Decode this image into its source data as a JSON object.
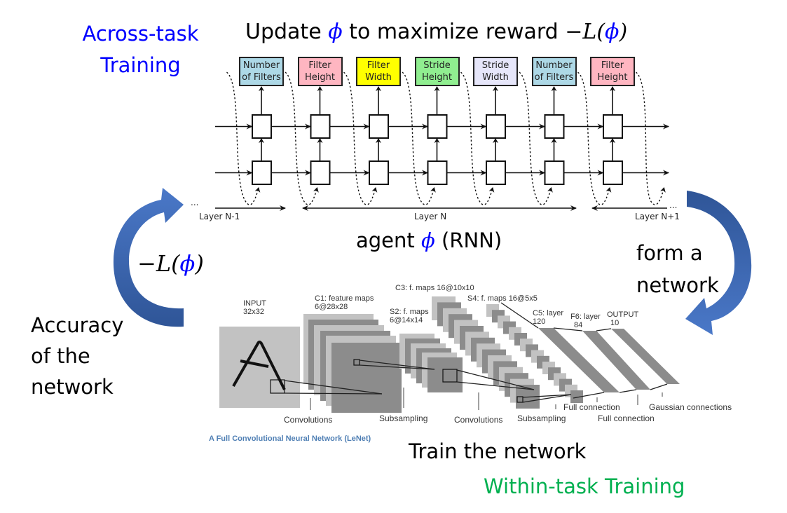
{
  "titles": {
    "across_task_line1": "Across-task",
    "across_task_line2": "Training",
    "within_task": "Within-task Training",
    "update_prefix": "Update ",
    "update_middle": " to maximize reward ",
    "phi": "ϕ",
    "minus_L": "−L(",
    "close_paren": ")"
  },
  "labels": {
    "agent_prefix": "agent ",
    "agent_suffix": " (RNN)",
    "accuracy_line1": "Accuracy",
    "accuracy_line2": "of the",
    "accuracy_line3": "network",
    "form_line1": "form a",
    "form_line2": "network",
    "train": "Train the network",
    "lenet_caption": "A Full Convolutional  Neural Network (LeNet)"
  },
  "colors": {
    "accent_blue": "#0000ff",
    "accent_green": "#00b050",
    "arrow_blue": "#4472c4"
  },
  "rnn": {
    "hyperparams": [
      {
        "line1": "Number",
        "line2": "of Filters",
        "color": "#add8e6"
      },
      {
        "line1": "Filter",
        "line2": "Height",
        "color": "#ffb6c1"
      },
      {
        "line1": "Filter",
        "line2": "Width",
        "color": "#ffff00"
      },
      {
        "line1": "Stride",
        "line2": "Height",
        "color": "#90ee90"
      },
      {
        "line1": "Stride",
        "line2": "Width",
        "color": "#e6e6fa"
      },
      {
        "line1": "Number",
        "line2": "of Filters",
        "color": "#add8e6"
      },
      {
        "line1": "Filter",
        "line2": "Height",
        "color": "#ffb6c1"
      }
    ],
    "layer_labels": {
      "prev": "Layer N-1",
      "current": "Layer N",
      "next": "Layer N+1",
      "ellipsis": "..."
    }
  },
  "lenet": {
    "layers": {
      "input": {
        "line1": "INPUT",
        "line2": "32x32"
      },
      "c1": {
        "line1": "C1: feature maps",
        "line2": "6@28x28"
      },
      "s2": {
        "line1": "S2: f. maps",
        "line2": "6@14x14"
      },
      "c3": {
        "line1": "C3: f. maps 16@10x10"
      },
      "s4": {
        "line1": "S4: f. maps 16@5x5"
      },
      "c5": {
        "line1": "C5: layer",
        "line2": "120"
      },
      "f6": {
        "line1": "F6: layer",
        "line2": "84"
      },
      "output": {
        "line1": "OUTPUT",
        "line2": "10"
      }
    },
    "operations": [
      "Convolutions",
      "Subsampling",
      "Convolutions",
      "Subsampling",
      "Full connection",
      "Full connection",
      "Gaussian connections"
    ]
  }
}
